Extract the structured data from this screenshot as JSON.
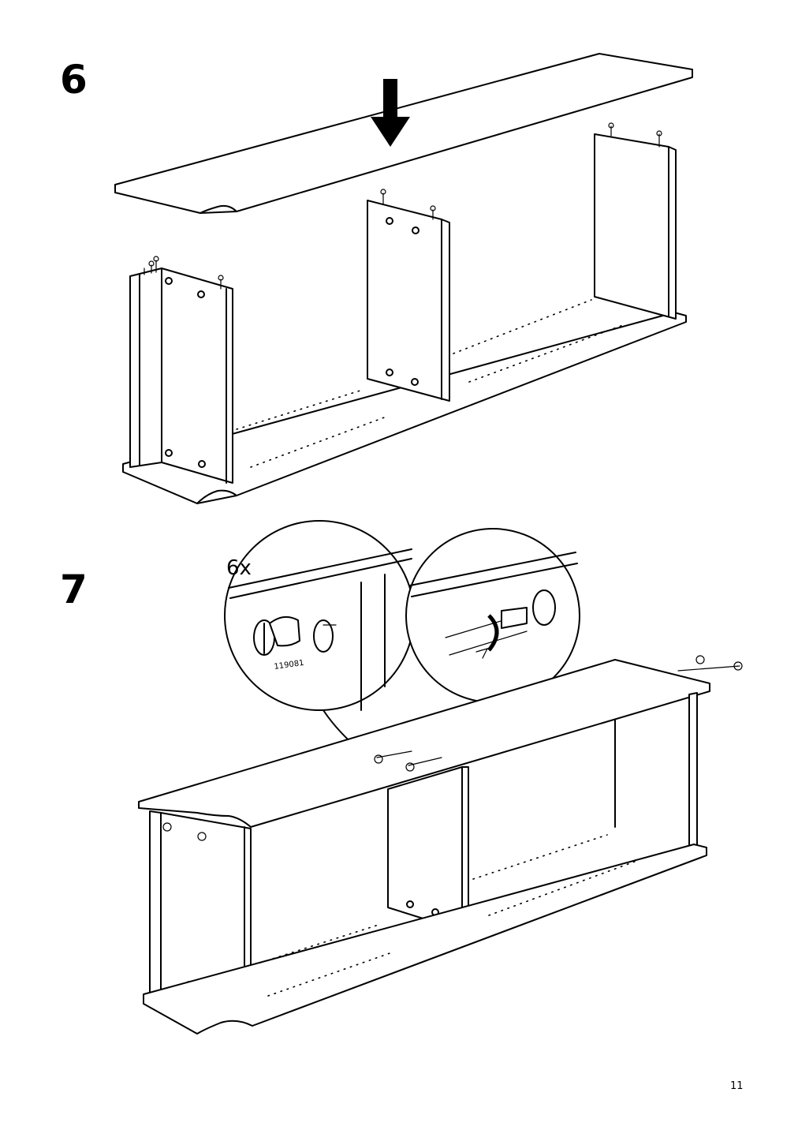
{
  "page": {
    "number": "11"
  },
  "steps": [
    {
      "number": "6"
    },
    {
      "number": "7",
      "callout_quantity": "6x",
      "part_number": "119081"
    }
  ]
}
